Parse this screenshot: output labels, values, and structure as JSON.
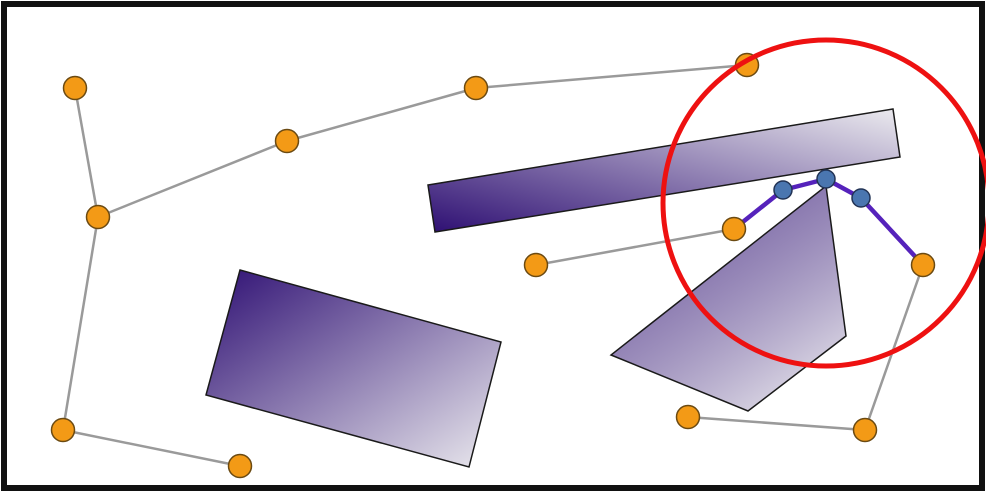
{
  "colors": {
    "background": "#ffffff",
    "frame": "#111111",
    "path_edge": "#9a9a9a",
    "path_node": "#f39a16",
    "path_node_stroke": "#6b4a12",
    "local_edge": "#5522bb",
    "local_node": "#4a76b0",
    "local_node_stroke": "#223355",
    "highlight_circle": "#ee1111",
    "obstacle_dark": "#2e0f73",
    "obstacle_light": "#ecebef",
    "obstacle_stroke": "#1a1a1a"
  },
  "icons": {
    "orange_node": "filled-circle",
    "blue_node": "filled-circle",
    "highlight": "circle-outline"
  }
}
